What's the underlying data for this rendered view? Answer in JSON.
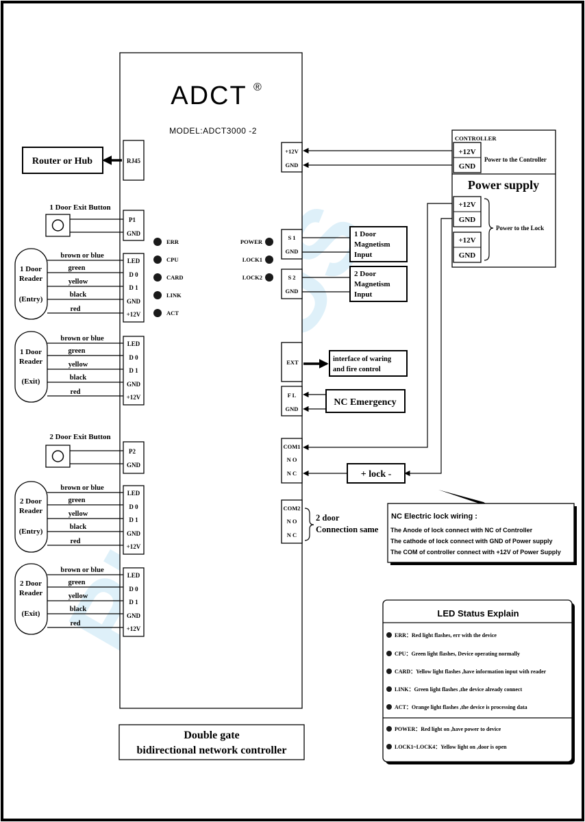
{
  "brand": {
    "name": "ADCT",
    "reg_mark": "®",
    "model": "MODEL:ADCT3000 -2"
  },
  "title": {
    "line1": "Double gate",
    "line2": "bidirectional network controller"
  },
  "watermark": "RHOMBUS",
  "network": {
    "router": "Router or Hub",
    "port": "RJ45"
  },
  "exit_buttons": {
    "door1": {
      "label": "1 Door Exit Button",
      "pin1": "P1",
      "pin2": "GND"
    },
    "door2": {
      "label": "2 Door Exit Button",
      "pin1": "P2",
      "pin2": "GND"
    }
  },
  "readers": [
    {
      "line1": "1 Door",
      "line2": "Reader",
      "mode": "(Entry)"
    },
    {
      "line1": "1 Door",
      "line2": "Reader",
      "mode": "(Exit)"
    },
    {
      "line1": "2 Door",
      "line2": "Reader",
      "mode": "(Entry)"
    },
    {
      "line1": "2 Door",
      "line2": "Reader",
      "mode": "(Exit)"
    }
  ],
  "reader_wires": [
    "brown or blue",
    "green",
    "yellow",
    "black",
    "red"
  ],
  "reader_pins": [
    "LED",
    "D 0",
    "D 1",
    "GND",
    "+12V"
  ],
  "leds_left": [
    "ERR",
    "CPU",
    "CARD",
    "LINK",
    "ACT"
  ],
  "leds_right": [
    "POWER",
    "LOCK1",
    "LOCK2"
  ],
  "right_terminals": {
    "power": [
      "+12V",
      "GND"
    ],
    "s1": [
      "S 1",
      "GND"
    ],
    "s2": [
      "S 2",
      "GND"
    ],
    "ext": "EXT",
    "fl": [
      "F L",
      "GND"
    ],
    "com1": [
      "COM1",
      "N O",
      "N C"
    ],
    "com2": [
      "COM2",
      "N O",
      "N C"
    ]
  },
  "magnetism": [
    {
      "l1": "1 Door",
      "l2": "Magnetism",
      "l3": "Input"
    },
    {
      "l1": "2 Door",
      "l2": "Magnetism",
      "l3": "Input"
    }
  ],
  "ext_box": {
    "l1": "interface of waring",
    "l2": "and fire control"
  },
  "nc_emergency": "NC Emergency",
  "lock_box": "+ lock -",
  "second_door": {
    "l1": "2 door",
    "l2": "Connection same"
  },
  "power_supply": {
    "controller_label": "CONTROLLER",
    "title": "Power supply",
    "plus": "+12V",
    "gnd": "GND",
    "to_controller": "Power to the Controller",
    "to_lock": "Power to the Lock"
  },
  "nc_wiring": {
    "title": "NC Electric lock wiring :",
    "lines": [
      "The Anode of lock connect with NC of Controller",
      "The cathode of lock connect with GND of Power supply",
      "The COM of controller connect with +12V of Power Supply"
    ]
  },
  "led_explain": {
    "title": "LED Status Explain",
    "items": [
      {
        "name": "ERR",
        "desc": "Red light flashes, err with the device"
      },
      {
        "name": "CPU",
        "desc": "Green light flashes, Device operating normally"
      },
      {
        "name": "CARD",
        "desc": "Yellow light flashes ,have information input with reader"
      },
      {
        "name": "LINK",
        "desc": "Green light flashes ,the device already connect"
      },
      {
        "name": "ACT",
        "desc": "Orange light flashes ,the device is processing data"
      },
      {
        "name": "POWER",
        "desc": "Red light on ,have power to device"
      },
      {
        "name": "LOCK1~LOCK4",
        "desc": "Yellow light on ,door is open"
      }
    ],
    "sep": "："
  }
}
